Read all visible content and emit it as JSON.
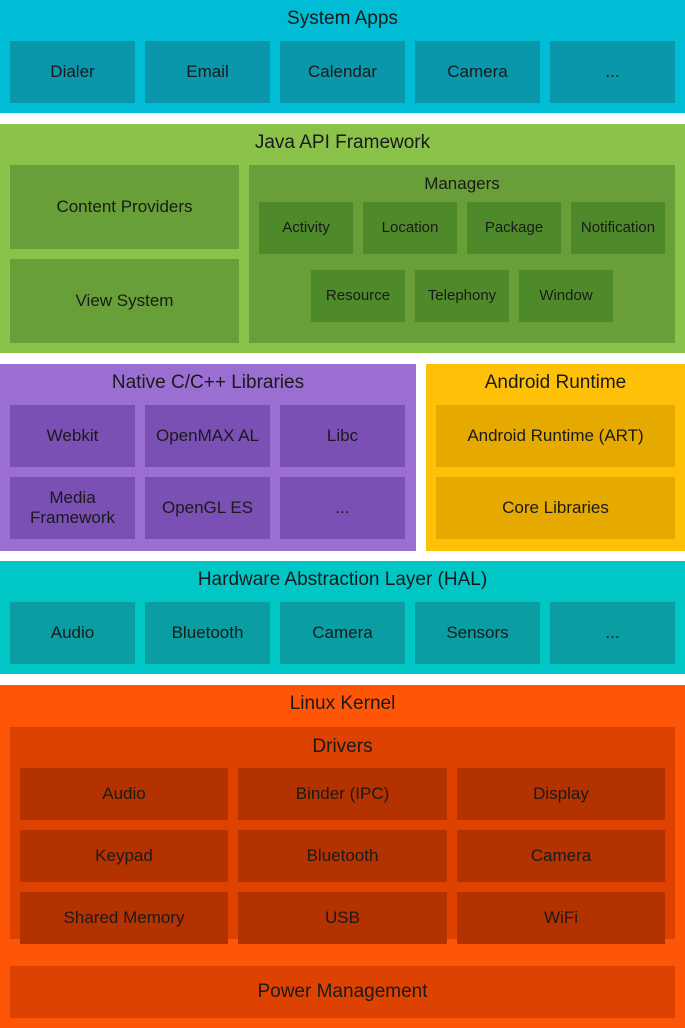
{
  "system_apps": {
    "title": "System Apps",
    "items": [
      "Dialer",
      "Email",
      "Calendar",
      "Camera",
      "..."
    ]
  },
  "java_api": {
    "title": "Java API Framework",
    "content_providers": "Content Providers",
    "view_system": "View System",
    "managers": {
      "title": "Managers",
      "items": [
        "Activity",
        "Location",
        "Package",
        "Notification",
        "Resource",
        "Telephony",
        "Window"
      ]
    }
  },
  "native_libraries": {
    "title": "Native C/C++ Libraries",
    "items": [
      "Webkit",
      "OpenMAX AL",
      "Libc",
      "Media Framework",
      "OpenGL ES",
      "..."
    ]
  },
  "android_runtime": {
    "title": "Android Runtime",
    "items": [
      "Android Runtime (ART)",
      "Core Libraries"
    ]
  },
  "hal": {
    "title": "Hardware Abstraction Layer (HAL)",
    "items": [
      "Audio",
      "Bluetooth",
      "Camera",
      "Sensors",
      "..."
    ]
  },
  "linux_kernel": {
    "title": "Linux Kernel",
    "drivers": {
      "title": "Drivers",
      "items": [
        "Audio",
        "Binder (IPC)",
        "Display",
        "Keypad",
        "Bluetooth",
        "Camera",
        "Shared Memory",
        "USB",
        "WiFi"
      ]
    },
    "power_management": "Power Management"
  },
  "colors": {
    "system_apps": "#00BCD4",
    "java_api": "#8BC34A",
    "native_libraries": "#9B6FD1",
    "android_runtime": "#FFC107",
    "hal": "#00C6C6",
    "linux_kernel": "#FF5507"
  }
}
